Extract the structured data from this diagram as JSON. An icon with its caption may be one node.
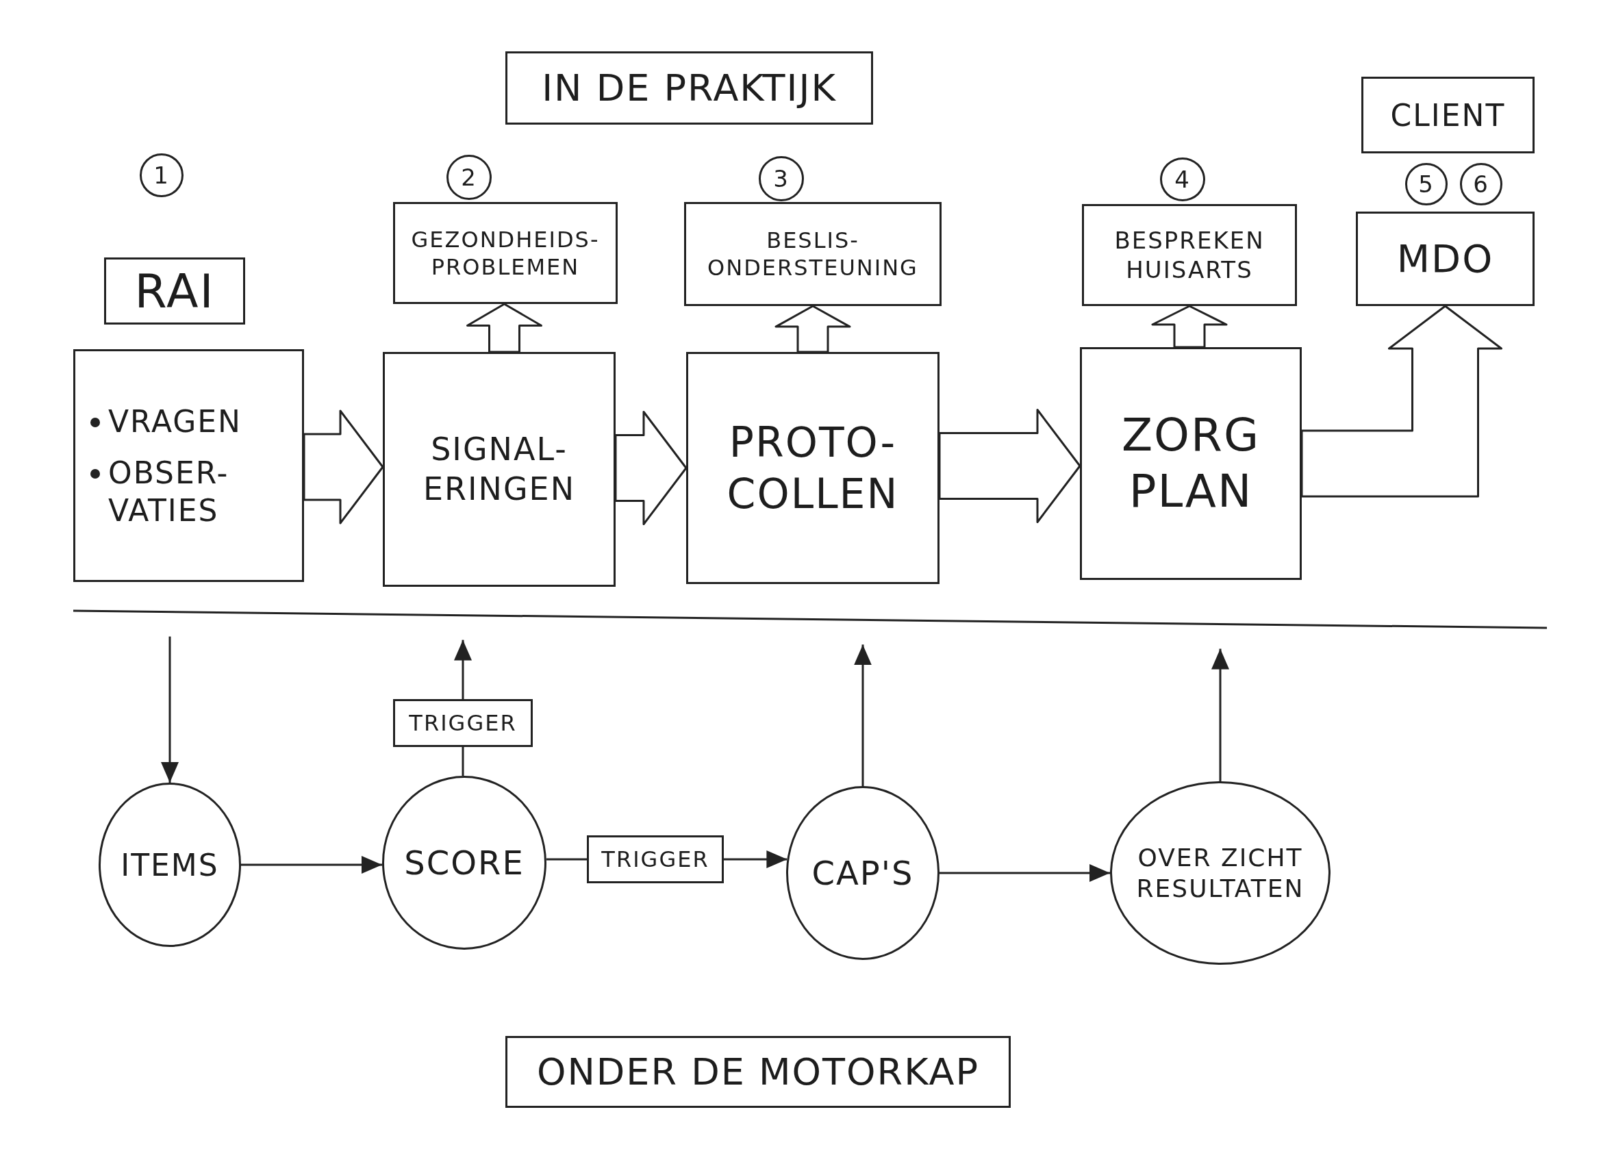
{
  "diagram": {
    "nodes": [
      {
        "text": [
          "IN DE PRAKTIJK"
        ]
      },
      {
        "text": [
          "CLIENT"
        ]
      },
      {
        "text": [
          "1"
        ]
      },
      {
        "text": [
          "2"
        ]
      },
      {
        "text": [
          "3"
        ]
      },
      {
        "text": [
          "4"
        ]
      },
      {
        "text": [
          "5"
        ]
      },
      {
        "text": [
          "6"
        ]
      },
      {
        "text": [
          "RAI"
        ]
      },
      {
        "text": [
          "GEZONDHEIDS- PROBLEMEN"
        ]
      },
      {
        "text": [
          "BESLIS- ONDERSTEUNING"
        ]
      },
      {
        "text": [
          "BESPREKEN HUISARTS"
        ]
      },
      {
        "text": [
          "MDO"
        ]
      },
      {
        "text": [
          "VRAGEN",
          "OBSER- VATIES"
        ]
      },
      {
        "text": [
          "SIGNAL- ERINGEN"
        ]
      },
      {
        "text": [
          "PROTO- COLLEN"
        ]
      },
      {
        "text": [
          "ZORG PLAN"
        ]
      },
      {
        "text": [
          "TRIGGER"
        ]
      },
      {
        "text": [
          "ITEMS"
        ]
      },
      {
        "text": [
          "SCORE"
        ]
      },
      {
        "text": [
          "TRIGGER"
        ]
      },
      {
        "text": [
          "CAP'S"
        ]
      },
      {
        "text": [
          "OVER ZICHT RESULTATEN"
        ]
      },
      {
        "text": [
          "ONDER DE MOTORKAP"
        ]
      }
    ],
    "edges": [
      {
        "from": 13,
        "to": 14,
        "arrow": "to",
        "style": "thick"
      },
      {
        "from": 14,
        "to": 15,
        "arrow": "to",
        "style": "thick"
      },
      {
        "from": 15,
        "to": 16,
        "arrow": "to",
        "style": "thick"
      },
      {
        "from": 14,
        "to": 9,
        "arrow": "to",
        "style": "thick"
      },
      {
        "from": 15,
        "to": 10,
        "arrow": "to",
        "style": "thick"
      },
      {
        "from": 16,
        "to": 11,
        "arrow": "to",
        "style": "thick"
      },
      {
        "from": 16,
        "to": 12,
        "arrow": "to",
        "style": "thick"
      },
      {
        "from": null,
        "to": 18,
        "arrow": "to"
      },
      {
        "from": 18,
        "to": 19,
        "arrow": "to"
      },
      {
        "from": 19,
        "to": 17,
        "arrow": "none"
      },
      {
        "from": 17,
        "to": null,
        "arrow": "to"
      },
      {
        "from": 19,
        "to": 20,
        "arrow": "none"
      },
      {
        "from": 20,
        "to": 21,
        "arrow": "to"
      },
      {
        "from": 21,
        "to": null,
        "arrow": "to"
      },
      {
        "from": 21,
        "to": 22,
        "arrow": "to"
      },
      {
        "from": 22,
        "to": null,
        "arrow": "to"
      }
    ]
  }
}
